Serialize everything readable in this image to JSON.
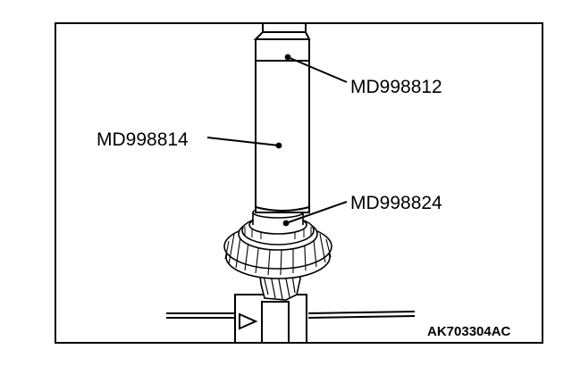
{
  "callouts": {
    "top_right": "MD998812",
    "left": "MD998814",
    "lower_right": "MD998824"
  },
  "figure_code": "AK703304AC",
  "colors": {
    "line": "#000000",
    "background": "#ffffff"
  }
}
